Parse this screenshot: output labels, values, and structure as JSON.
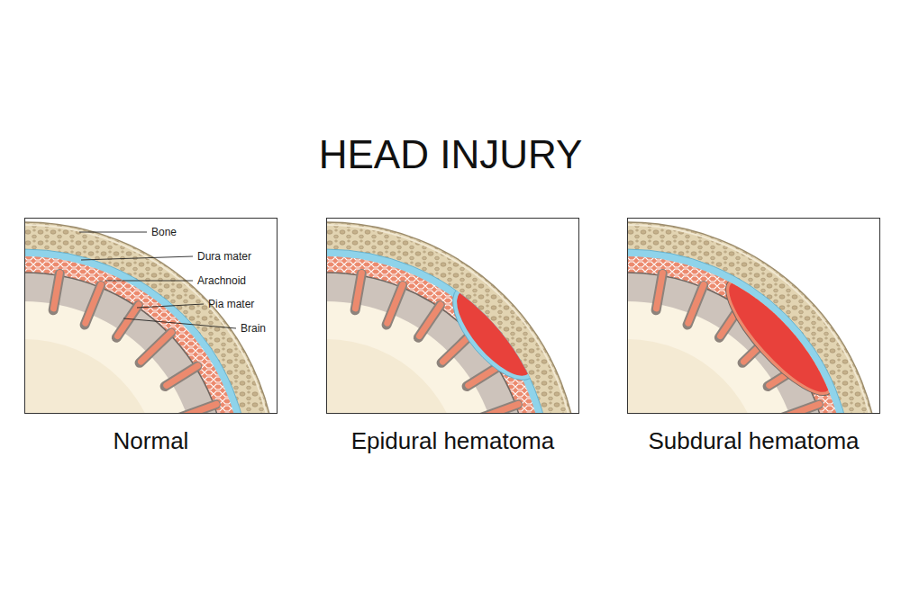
{
  "diagram": {
    "title": "HEAD INJURY",
    "nodes": [
      {
        "text": [
          "Normal"
        ]
      },
      {
        "text": [
          "Epidural hematoma"
        ]
      },
      {
        "text": [
          "Subdural hematoma"
        ]
      }
    ],
    "labels": [
      "Bone",
      "Dura mater",
      "Arachnoid",
      "Pia mater",
      "Brain"
    ]
  }
}
